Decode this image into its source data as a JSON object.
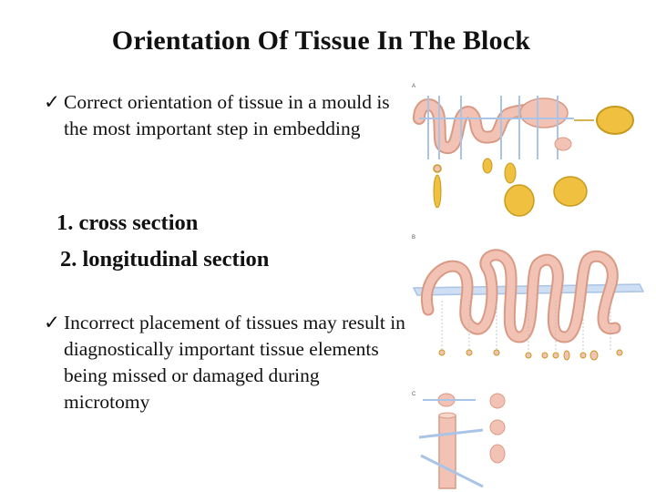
{
  "slide": {
    "title": "Orientation Of Tissue In The Block",
    "bullet1": "Correct orientation of tissue in a mould is the most important step in embedding",
    "item1": "1. cross section",
    "item2": "2. longitudinal section",
    "bullet2": "Incorrect placement of tissues may result in diagnostically important tissue elements being missed or damaged during microtomy",
    "check_glyph": "✓"
  },
  "figure": {
    "panel_a": "A",
    "panel_b": "B",
    "panel_c": "C"
  },
  "colors": {
    "tissue": "#f2c3b4",
    "tissue_outline": "#d99a85",
    "yellow": "#f0c040",
    "yellow_outline": "#c79a1e",
    "blade": "#a9c4e6"
  }
}
